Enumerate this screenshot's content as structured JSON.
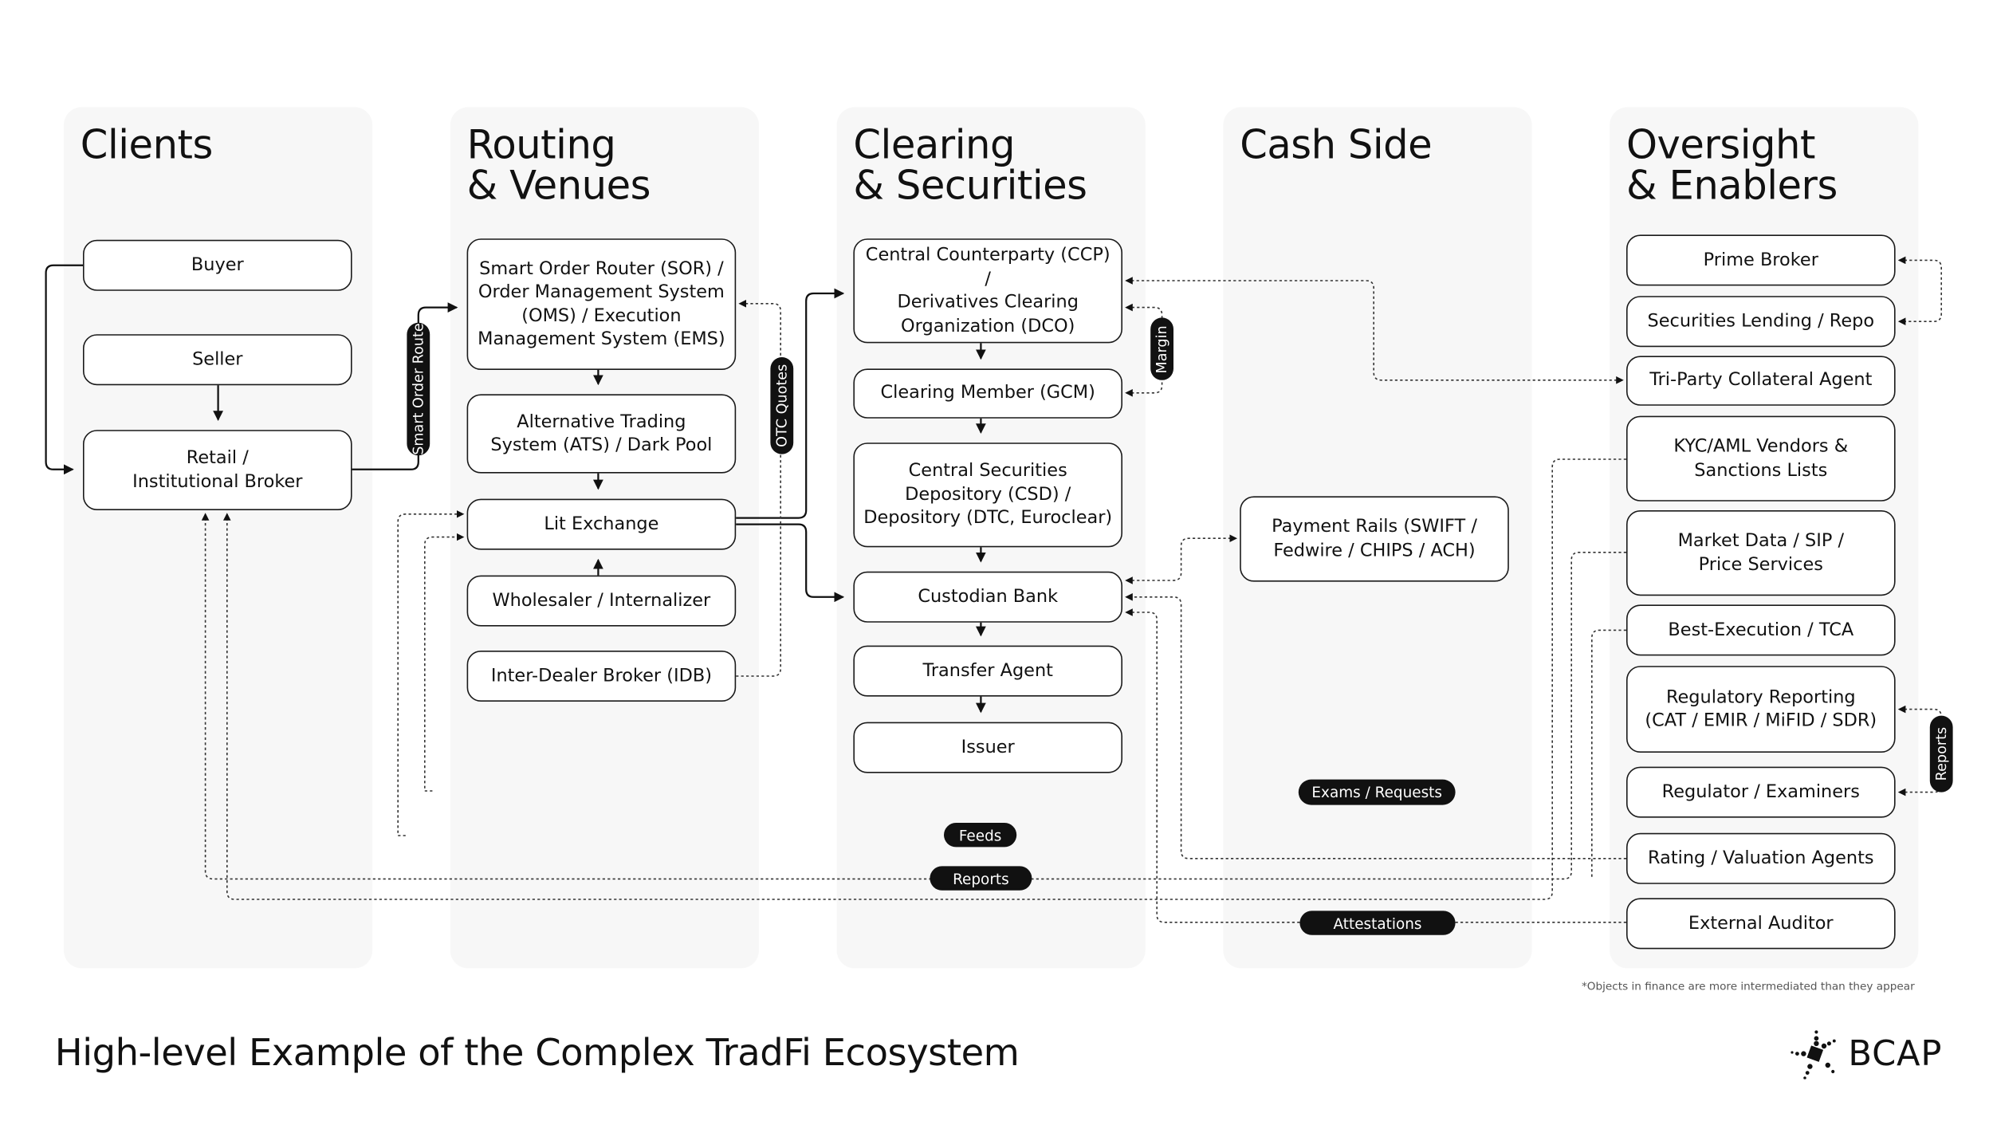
{
  "columns": [
    {
      "title": "Clients"
    },
    {
      "title": "Routing\n& Venues"
    },
    {
      "title": "Clearing\n& Securities"
    },
    {
      "title": "Cash Side"
    },
    {
      "title": "Oversight\n& Enablers"
    }
  ],
  "clients": {
    "buyer": "Buyer",
    "seller": "Seller",
    "broker": "Retail /\nInstitutional Broker"
  },
  "routing": {
    "sor": "Smart Order Router (SOR) /\nOrder Management System\n(OMS) / Execution\nManagement System (EMS)",
    "ats": "Alternative Trading\nSystem (ATS) / Dark Pool",
    "lit": "Lit Exchange",
    "wholesaler": "Wholesaler / Internalizer",
    "idb": "Inter-Dealer Broker (IDB)"
  },
  "clearing": {
    "ccp": "Central Counterparty (CCP) /\nDerivatives Clearing\nOrganization (DCO)",
    "gcm": "Clearing Member (GCM)",
    "csd": "Central Securities\nDepository (CSD) /\nDepository (DTC, Euroclear)",
    "custodian": "Custodian Bank",
    "transfer_agent": "Transfer Agent",
    "issuer": "Issuer"
  },
  "cash": {
    "payment_rails": "Payment Rails (SWIFT /\nFedwire / CHIPS / ACH)"
  },
  "oversight": {
    "prime_broker": "Prime Broker",
    "sec_lending": "Securities Lending / Repo",
    "tri_party": "Tri-Party Collateral Agent",
    "kyc": "KYC/AML Vendors &\nSanctions Lists",
    "market_data": "Market Data / SIP /\nPrice Services",
    "best_ex": "Best-Execution / TCA",
    "reg_reporting": "Regulatory Reporting\n(CAT / EMIR / MiFID / SDR)",
    "regulator": "Regulator / Examiners",
    "rating": "Rating / Valuation Agents",
    "auditor": "External Auditor"
  },
  "labels": {
    "smart_order_route": "Smart Order Route",
    "otc_quotes": "OTC Quotes",
    "margin": "Margin",
    "reports_vertical": "Reports",
    "feeds": "Feeds",
    "reports": "Reports",
    "exams_requests": "Exams / Requests",
    "attestations": "Attestations"
  },
  "title": "High-level Example of the Complex TradFi Ecosystem",
  "footnote": "*Objects in finance are more intermediated than they appear",
  "logo": "BCAP",
  "colors": {
    "column_bg": "#f7f7f7",
    "ink": "#111111",
    "pill": "#111111"
  }
}
